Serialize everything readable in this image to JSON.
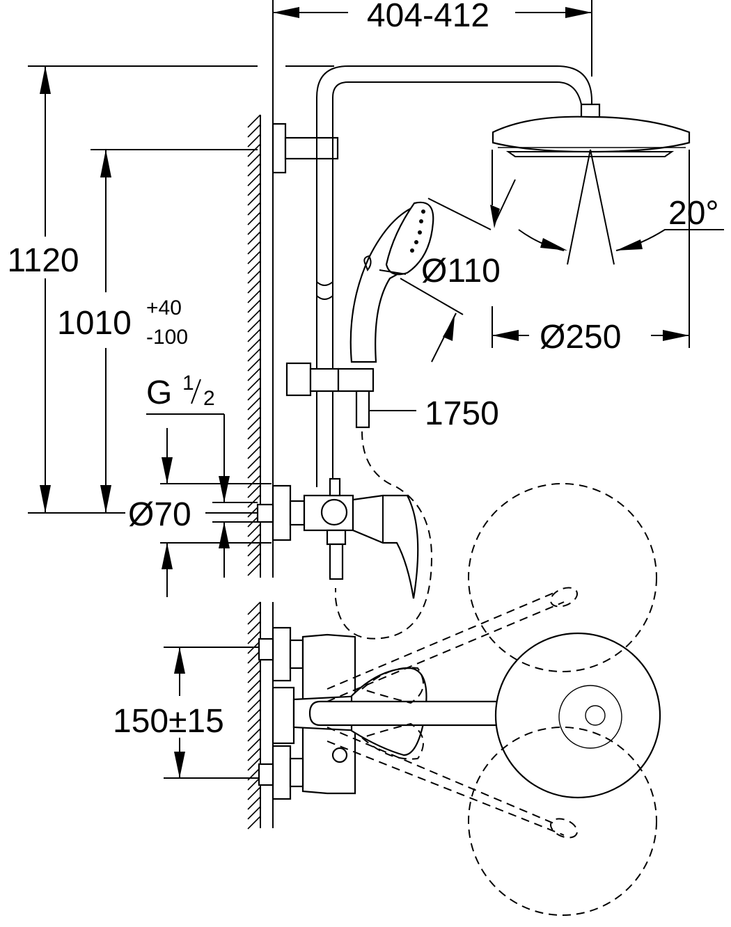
{
  "dimensions": {
    "width_range": "404-412",
    "total_height": "1120",
    "outlet_height_base": "1010",
    "outlet_height_tol_plus": "+40",
    "outlet_height_tol_minus": "-100",
    "thread_prefix": "G",
    "thread_num": "1",
    "thread_den": "2",
    "rosette_diameter": "Ø70",
    "hand_shower_diameter": "Ø110",
    "head_shower_diameter": "Ø250",
    "tilt_angle": "20°",
    "hose_length": "1750",
    "inlet_spacing": "150±15"
  },
  "colors": {
    "ink": "#000000",
    "paper": "#ffffff"
  }
}
